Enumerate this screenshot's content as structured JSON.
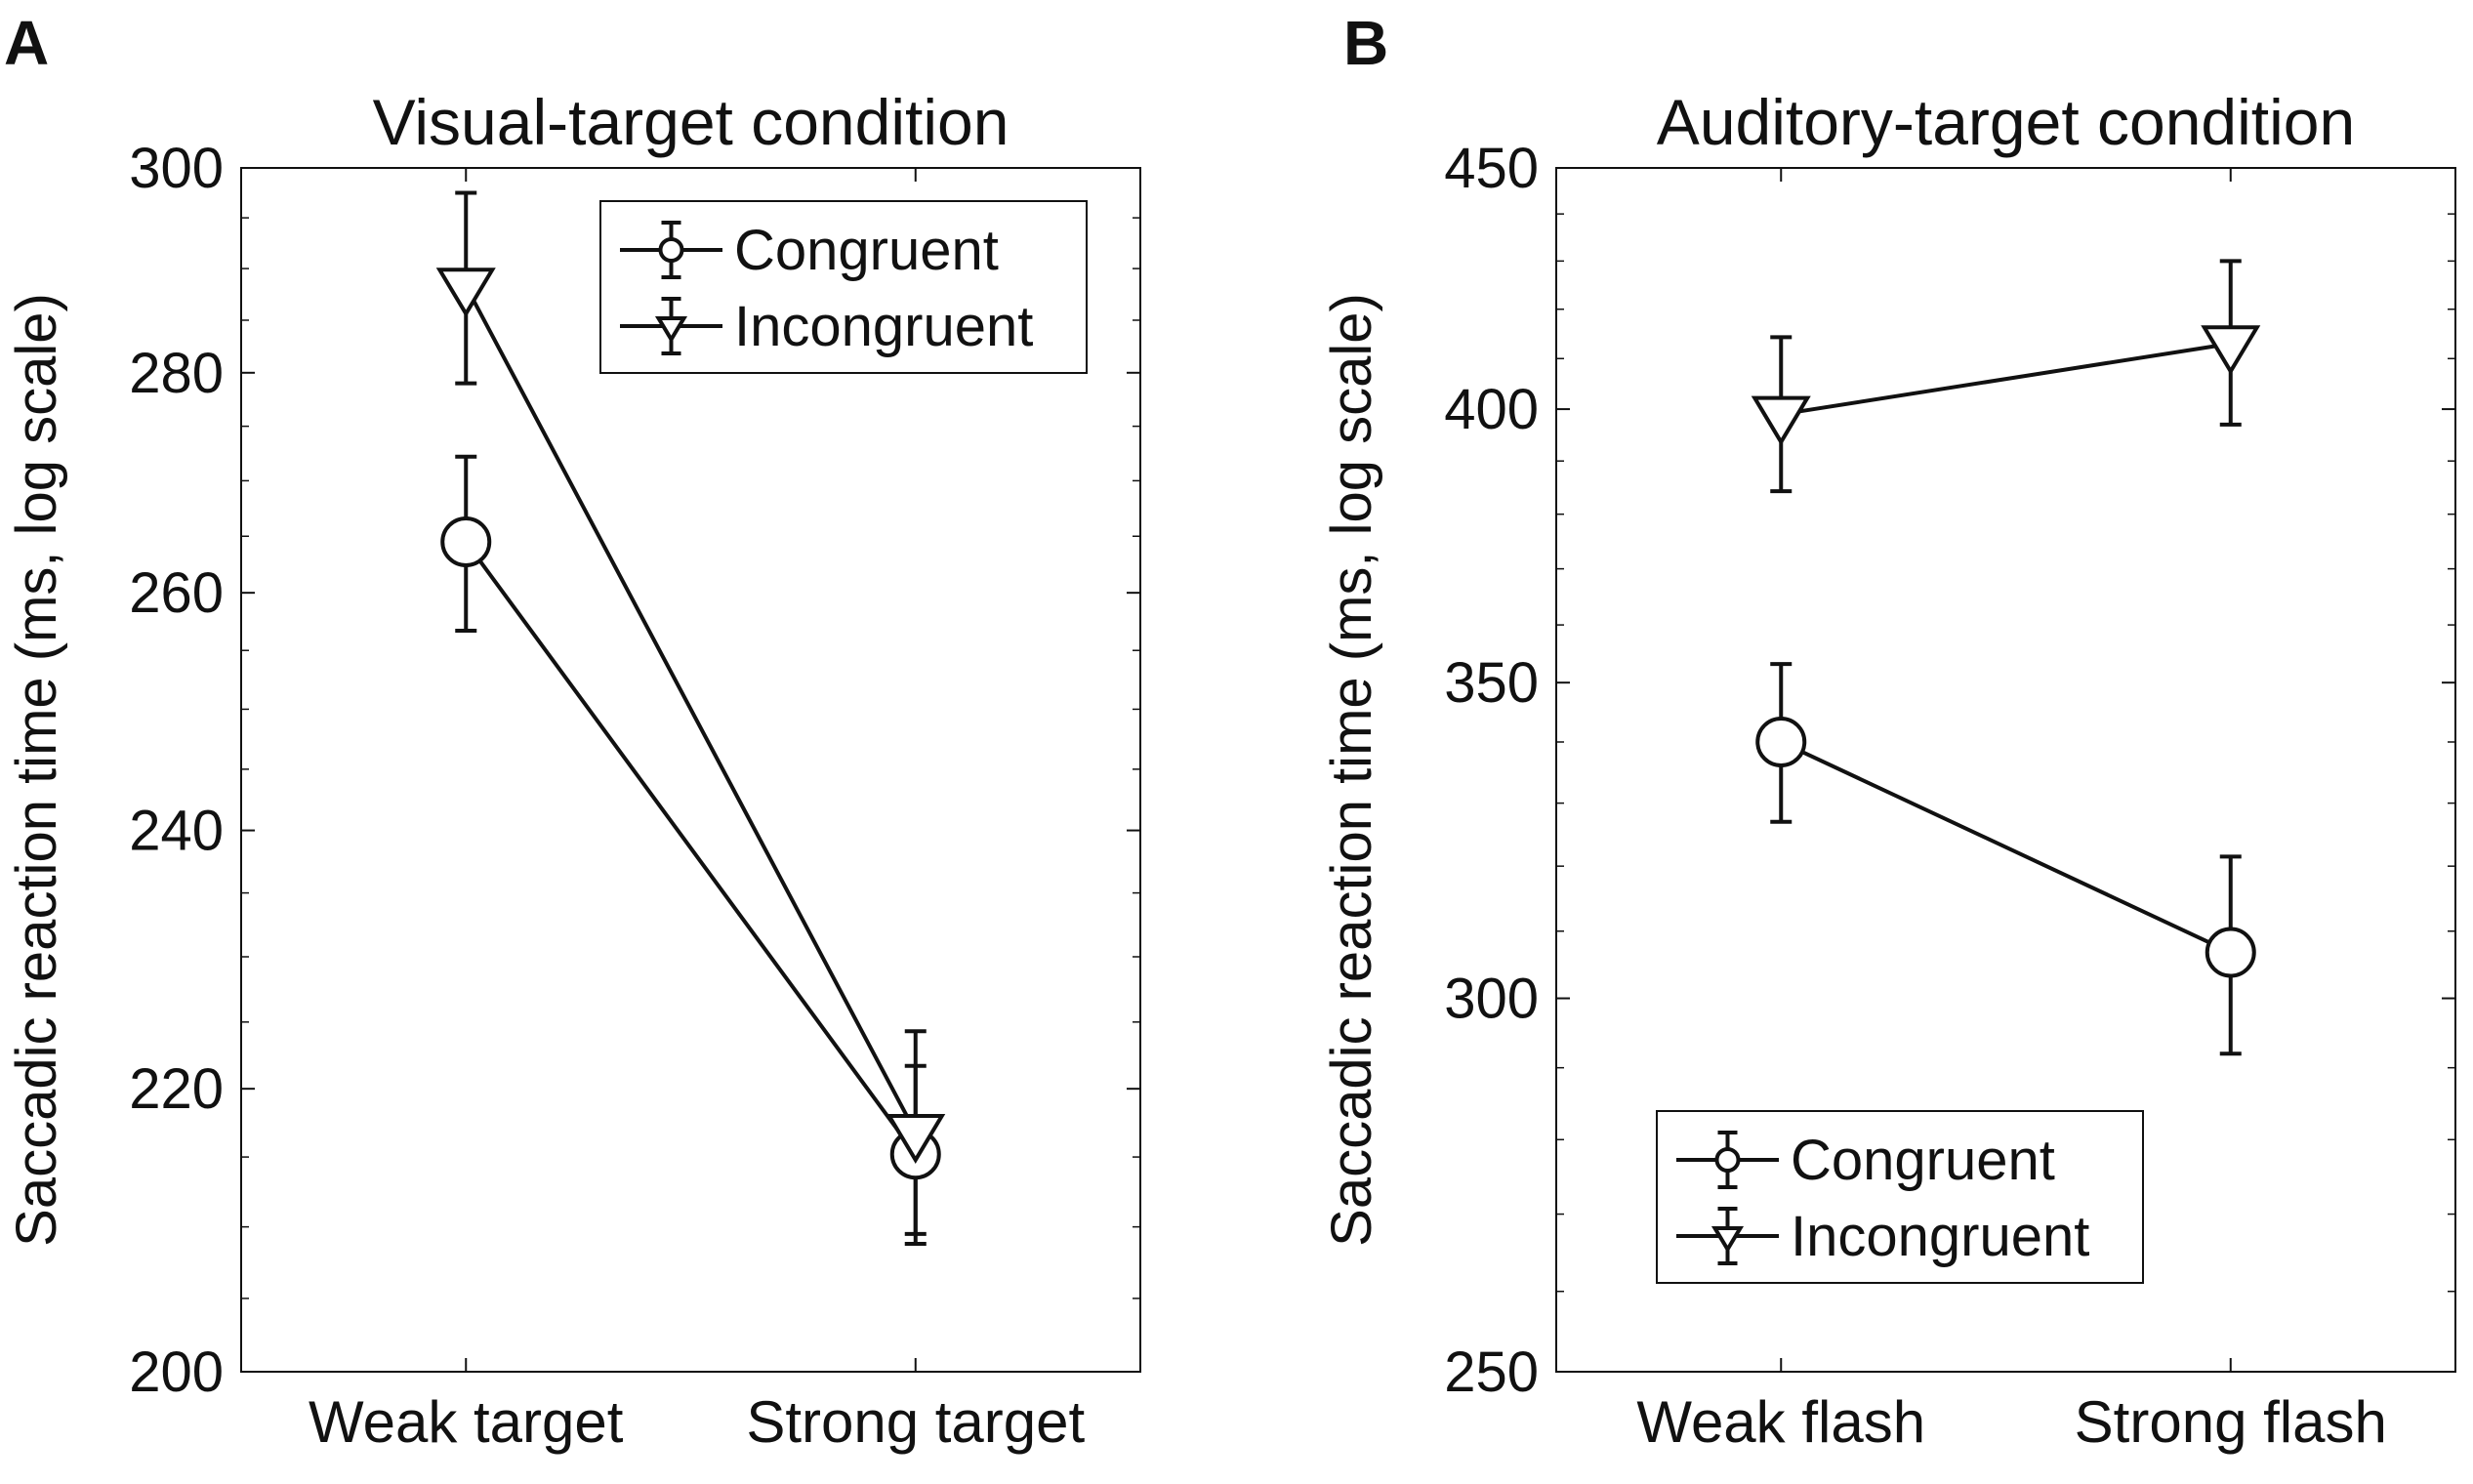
{
  "figure": {
    "background": "#ffffff",
    "ink": "#111111"
  },
  "chart_data": [
    {
      "panel": "A",
      "type": "line",
      "title": "Visual-target condition",
      "xlabel": "",
      "ylabel": "Saccadic reaction time (ms, log scale)",
      "y_scale": "log",
      "ylim": [
        200,
        300
      ],
      "yticks": [
        200,
        220,
        240,
        260,
        280,
        300
      ],
      "ytick_labels": [
        "200",
        "220",
        "240",
        "260",
        "280",
        "300"
      ],
      "categories": [
        "Weak target",
        "Strong target"
      ],
      "xlim": [
        0.5,
        2.5
      ],
      "grid": false,
      "legend_position": "top-right",
      "series": [
        {
          "name": "Congruent",
          "marker": "circle",
          "values": [
            264.5,
            215.2
          ],
          "err_low": [
            256.7,
            208.8
          ],
          "err_high": [
            272.2,
            221.7
          ]
        },
        {
          "name": "Incongruent",
          "marker": "triangle-down",
          "values": [
            288.3,
            216.8
          ],
          "err_low": [
            279.0,
            209.5
          ],
          "err_high": [
            297.5,
            224.3
          ]
        }
      ]
    },
    {
      "panel": "B",
      "type": "line",
      "title": "Auditory-target condition",
      "xlabel": "",
      "ylabel": "Saccadic reaction time (ms, log scale)",
      "y_scale": "log",
      "ylim": [
        250,
        450
      ],
      "yticks": [
        250,
        300,
        350,
        400,
        450
      ],
      "ytick_labels": [
        "250",
        "300",
        "350",
        "400",
        "450"
      ],
      "categories": [
        "Weak flash",
        "Strong flash"
      ],
      "xlim": [
        0.5,
        2.5
      ],
      "grid": false,
      "legend_position": "bottom-left",
      "series": [
        {
          "name": "Congruent",
          "marker": "circle",
          "values": [
            340.0,
            306.8
          ],
          "err_low": [
            327.0,
            292.0
          ],
          "err_high": [
            353.2,
            321.5
          ]
        },
        {
          "name": "Incongruent",
          "marker": "triangle-down",
          "values": [
            399.0,
            413.0
          ],
          "err_low": [
            384.3,
            397.0
          ],
          "err_high": [
            414.3,
            430.0
          ]
        }
      ]
    }
  ]
}
